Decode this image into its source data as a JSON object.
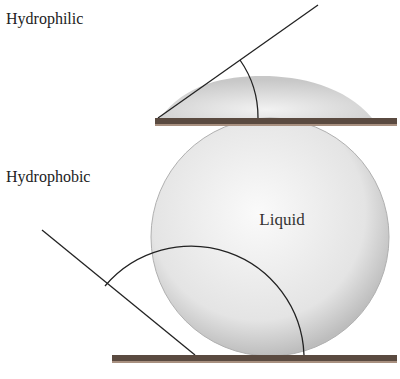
{
  "diagram": {
    "nodes": [
      {
        "text": [
          "Liquid"
        ]
      }
    ],
    "labels": [
      "Hydrophilic",
      "Hydrophobic"
    ]
  }
}
